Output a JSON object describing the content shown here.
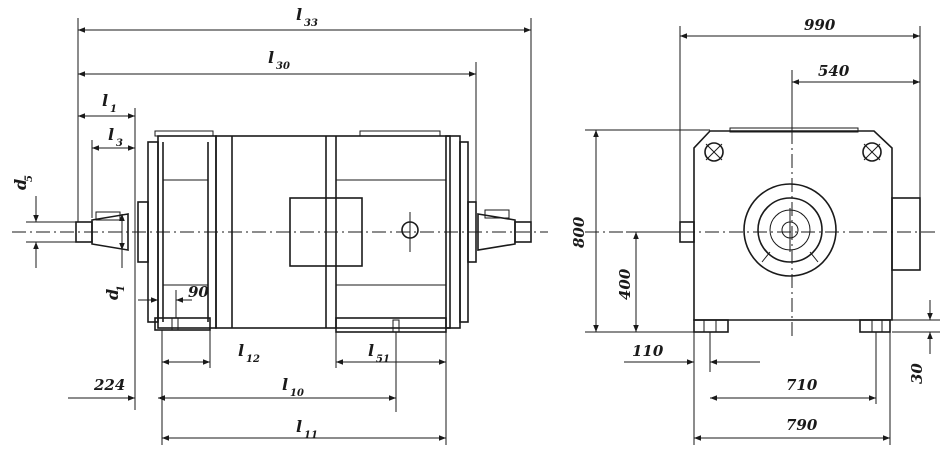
{
  "side_view": {
    "labels": {
      "l33": {
        "main": "l",
        "sub": "33"
      },
      "l30": {
        "main": "l",
        "sub": "30"
      },
      "l1": {
        "main": "l",
        "sub": "1"
      },
      "l3": {
        "main": "l",
        "sub": "3"
      },
      "d5": {
        "main": "d",
        "sub": "5"
      },
      "d1": {
        "main": "d",
        "sub": "1"
      },
      "l12": {
        "main": "l",
        "sub": "12"
      },
      "l51": {
        "main": "l",
        "sub": "51"
      },
      "l10": {
        "main": "l",
        "sub": "10"
      },
      "l11": {
        "main": "l",
        "sub": "11"
      }
    },
    "values": {
      "dim_90": "90",
      "dim_224": "224"
    }
  },
  "front_view": {
    "values": {
      "dim_990": "990",
      "dim_540": "540",
      "dim_800": "800",
      "dim_400": "400",
      "dim_110": "110",
      "dim_710": "710",
      "dim_790": "790",
      "dim_30": "30"
    }
  }
}
